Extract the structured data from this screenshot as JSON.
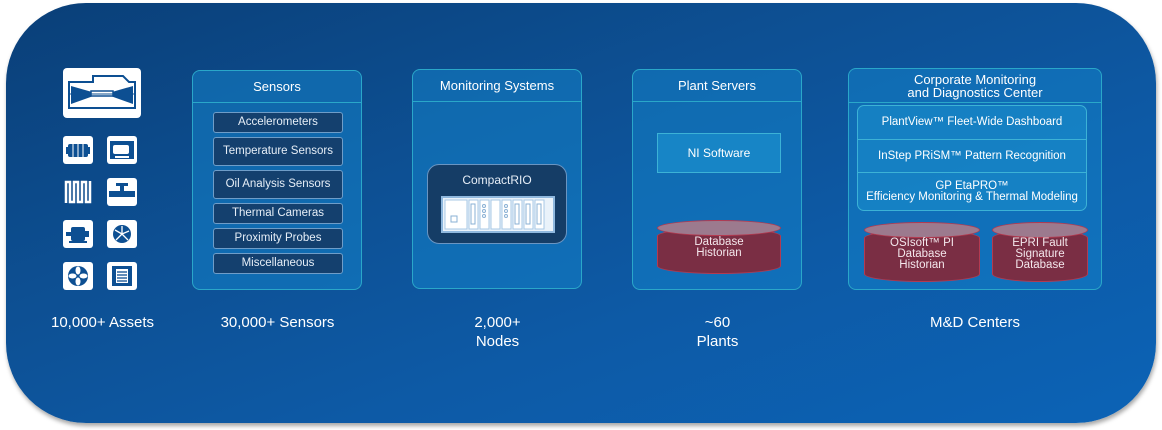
{
  "assets": {
    "caption": "10,000+ Assets",
    "icons": [
      "turbine-icon",
      "generator-icon",
      "motor-pump-icon",
      "heat-exchanger-icon",
      "valve-icon",
      "motor-icon",
      "compressor-icon",
      "fan-icon",
      "transformer-icon"
    ]
  },
  "sensors": {
    "title": "Sensors",
    "items": [
      "Accelerometers",
      "Temperature Sensors",
      "Oil Analysis Sensors",
      "Thermal Cameras",
      "Proximity Probes",
      "Miscellaneous"
    ],
    "caption": "30,000+ Sensors"
  },
  "monitoring": {
    "title": "Monitoring Systems",
    "device_label": "CompactRIO",
    "caption_line1": "2,000+",
    "caption_line2": "Nodes"
  },
  "plant_servers": {
    "title": "Plant Servers",
    "software": "NI Software",
    "database_line1": "Database",
    "database_line2": "Historian",
    "caption_line1": "~60",
    "caption_line2": "Plants"
  },
  "md_center": {
    "title_line1": "Corporate Monitoring",
    "title_line2": "and Diagnostics Center",
    "rows": [
      {
        "line1": "PlantView™ Fleet-Wide Dashboard"
      },
      {
        "line1": "InStep PRiSM™ Pattern Recognition"
      },
      {
        "line1": "GP EtaPRO™",
        "line2": "Efficiency Monitoring & Thermal Modeling"
      }
    ],
    "databases": [
      {
        "line1": "OSIsoft™ PI",
        "line2": "Database",
        "line3": "Historian"
      },
      {
        "line1": "EPRI Fault",
        "line2": "Signature",
        "line3": "Database"
      }
    ],
    "caption": "M&D Centers"
  },
  "colors": {
    "background": "#0d4f92",
    "box_border": "#2aa7c9",
    "database": "#7a2e44",
    "sensor_item": "#14406e"
  }
}
